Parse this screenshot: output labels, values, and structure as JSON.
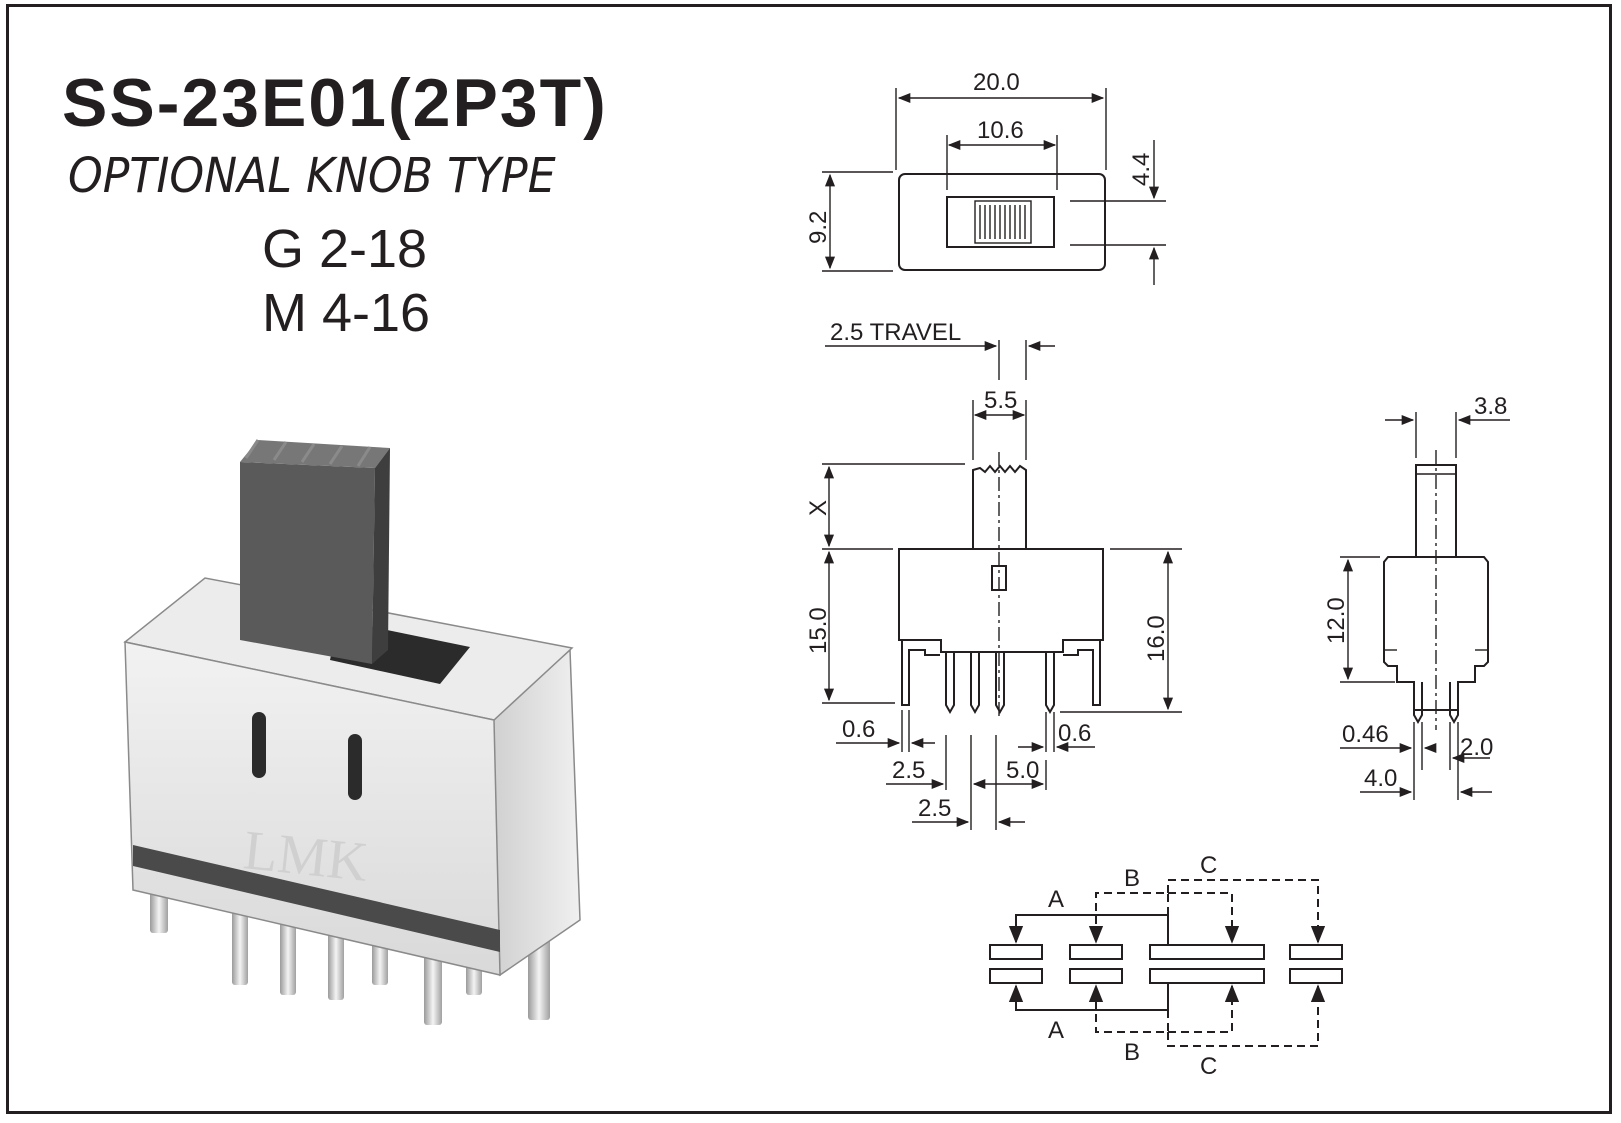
{
  "title": "SS-23E01(2P3T)",
  "subtitle": "OPTIONAL KNOB TYPE",
  "specs": [
    "G 2-18",
    "M 4-16"
  ],
  "photo": {
    "brand_text": "LMK",
    "description_icon": "slide-switch-photo"
  },
  "top_view": {
    "width_label": "20.0",
    "slot_label": "10.6",
    "height_label": "9.2",
    "knob_label": "4.4"
  },
  "front_view": {
    "travel_label": "2.5  TRAVEL",
    "knob_width_label": "5.5",
    "knob_height_label": "X",
    "body_height_label": "15.0",
    "total_height_label": "16.0",
    "left_pin_label": "0.6",
    "right_pin_label": "0.6",
    "pitch_label_1": "2.5",
    "pitch_label_2": "5.0",
    "pitch_label_3": "2.5"
  },
  "side_view": {
    "knob_width_label": "3.8",
    "height_label": "12.0",
    "pin_thickness_label": "0.46",
    "pin_offset_label": "2.0",
    "pin_spacing_label": "4.0"
  },
  "circuit": {
    "position_labels_top": [
      "A",
      "B",
      "C"
    ],
    "position_labels_bottom": [
      "A",
      "B",
      "C"
    ]
  },
  "colors": {
    "ink": "#231f20",
    "photo_body": "#e6e6e6",
    "photo_knob": "#555555"
  }
}
